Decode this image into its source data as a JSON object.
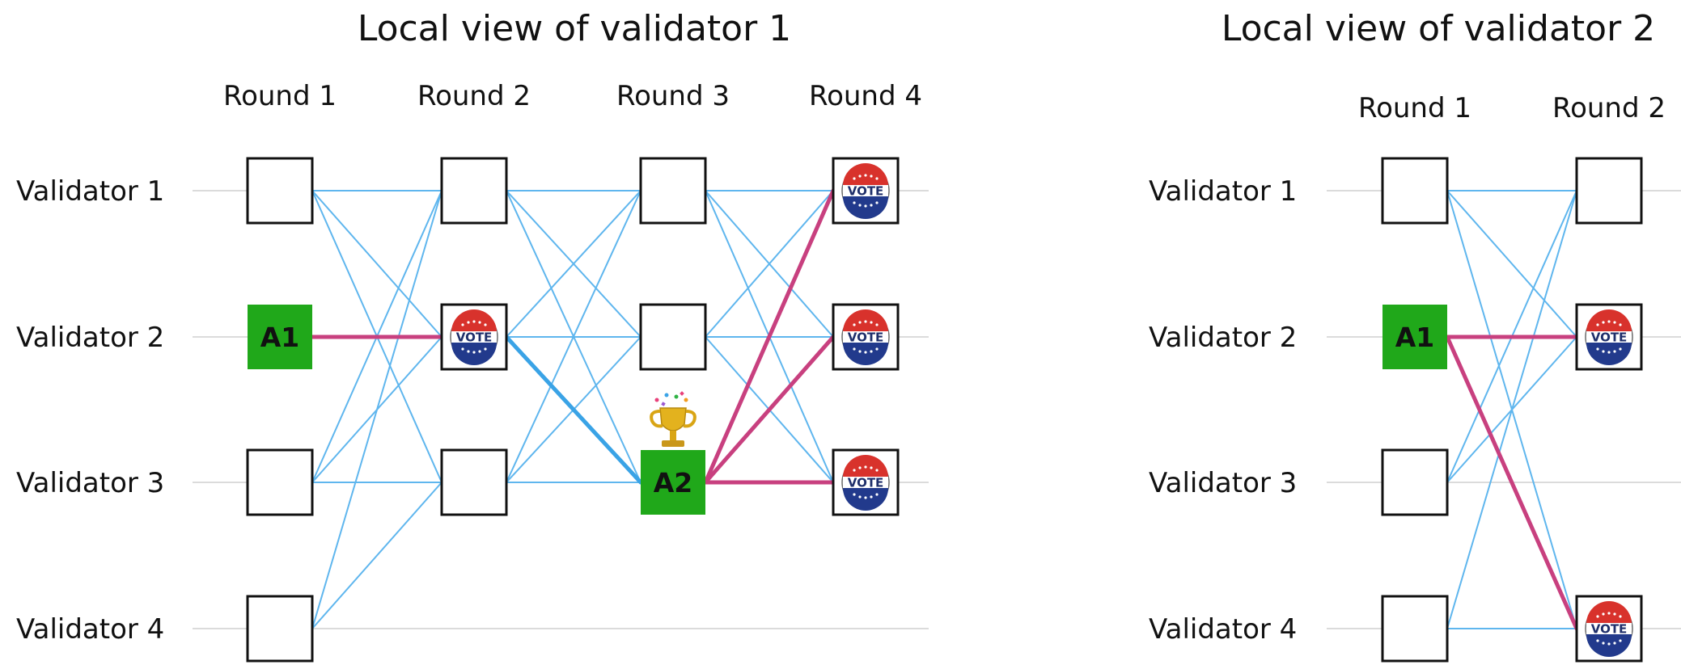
{
  "colors": {
    "edge": "#5fb6ee",
    "edge_bold": "#3aa3e6",
    "support": "#c8407f",
    "anchor": "#20a81a",
    "gridline": "#cfcfcf",
    "vote_red": "#d8322c",
    "vote_blue": "#223a8c"
  },
  "icons": {
    "vote": "vote-badge-icon",
    "trophy": "trophy-icon"
  },
  "views": [
    {
      "id": "v1",
      "title": "Local view of validator 1",
      "rounds": [
        "Round 1",
        "Round 2",
        "Round 3",
        "Round 4"
      ],
      "validators": [
        "Validator 1",
        "Validator 2",
        "Validator 3",
        "Validator 4"
      ],
      "blocks": [
        {
          "r": 1,
          "v": 1,
          "kind": "empty"
        },
        {
          "r": 1,
          "v": 2,
          "kind": "anchor",
          "label": "A1"
        },
        {
          "r": 1,
          "v": 3,
          "kind": "empty"
        },
        {
          "r": 1,
          "v": 4,
          "kind": "empty"
        },
        {
          "r": 2,
          "v": 1,
          "kind": "empty"
        },
        {
          "r": 2,
          "v": 2,
          "kind": "vote"
        },
        {
          "r": 2,
          "v": 3,
          "kind": "empty"
        },
        {
          "r": 3,
          "v": 1,
          "kind": "empty"
        },
        {
          "r": 3,
          "v": 2,
          "kind": "empty"
        },
        {
          "r": 3,
          "v": 3,
          "kind": "anchor",
          "label": "A2",
          "trophy": true
        },
        {
          "r": 4,
          "v": 1,
          "kind": "vote"
        },
        {
          "r": 4,
          "v": 2,
          "kind": "vote"
        },
        {
          "r": 4,
          "v": 3,
          "kind": "vote"
        }
      ],
      "edges": [
        {
          "from": [
            1,
            1
          ],
          "to": [
            2,
            1
          ]
        },
        {
          "from": [
            1,
            1
          ],
          "to": [
            2,
            2
          ]
        },
        {
          "from": [
            1,
            1
          ],
          "to": [
            2,
            3
          ]
        },
        {
          "from": [
            1,
            2
          ],
          "to": [
            2,
            2
          ],
          "kind": "support"
        },
        {
          "from": [
            1,
            3
          ],
          "to": [
            2,
            1
          ]
        },
        {
          "from": [
            1,
            3
          ],
          "to": [
            2,
            2
          ]
        },
        {
          "from": [
            1,
            3
          ],
          "to": [
            2,
            3
          ]
        },
        {
          "from": [
            1,
            4
          ],
          "to": [
            2,
            1
          ]
        },
        {
          "from": [
            1,
            4
          ],
          "to": [
            2,
            3
          ]
        },
        {
          "from": [
            2,
            1
          ],
          "to": [
            3,
            1
          ]
        },
        {
          "from": [
            2,
            1
          ],
          "to": [
            3,
            2
          ]
        },
        {
          "from": [
            2,
            1
          ],
          "to": [
            3,
            3
          ]
        },
        {
          "from": [
            2,
            2
          ],
          "to": [
            3,
            1
          ]
        },
        {
          "from": [
            2,
            2
          ],
          "to": [
            3,
            2
          ]
        },
        {
          "from": [
            2,
            2
          ],
          "to": [
            3,
            3
          ],
          "kind": "bold"
        },
        {
          "from": [
            2,
            3
          ],
          "to": [
            3,
            1
          ]
        },
        {
          "from": [
            2,
            3
          ],
          "to": [
            3,
            2
          ]
        },
        {
          "from": [
            2,
            3
          ],
          "to": [
            3,
            3
          ]
        },
        {
          "from": [
            3,
            1
          ],
          "to": [
            4,
            1
          ]
        },
        {
          "from": [
            3,
            1
          ],
          "to": [
            4,
            2
          ]
        },
        {
          "from": [
            3,
            1
          ],
          "to": [
            4,
            3
          ]
        },
        {
          "from": [
            3,
            2
          ],
          "to": [
            4,
            1
          ]
        },
        {
          "from": [
            3,
            2
          ],
          "to": [
            4,
            2
          ]
        },
        {
          "from": [
            3,
            2
          ],
          "to": [
            4,
            3
          ]
        },
        {
          "from": [
            3,
            3
          ],
          "to": [
            4,
            1
          ],
          "kind": "support"
        },
        {
          "from": [
            3,
            3
          ],
          "to": [
            4,
            2
          ],
          "kind": "support"
        },
        {
          "from": [
            3,
            3
          ],
          "to": [
            4,
            3
          ],
          "kind": "support"
        }
      ]
    },
    {
      "id": "v2",
      "title": "Local view of validator 2",
      "rounds": [
        "Round 1",
        "Round 2"
      ],
      "validators": [
        "Validator 1",
        "Validator 2",
        "Validator 3",
        "Validator 4"
      ],
      "blocks": [
        {
          "r": 1,
          "v": 1,
          "kind": "empty"
        },
        {
          "r": 1,
          "v": 2,
          "kind": "anchor",
          "label": "A1"
        },
        {
          "r": 1,
          "v": 3,
          "kind": "empty"
        },
        {
          "r": 1,
          "v": 4,
          "kind": "empty"
        },
        {
          "r": 2,
          "v": 1,
          "kind": "empty"
        },
        {
          "r": 2,
          "v": 2,
          "kind": "vote"
        },
        {
          "r": 2,
          "v": 4,
          "kind": "vote"
        }
      ],
      "edges": [
        {
          "from": [
            1,
            1
          ],
          "to": [
            2,
            1
          ]
        },
        {
          "from": [
            1,
            1
          ],
          "to": [
            2,
            2
          ]
        },
        {
          "from": [
            1,
            1
          ],
          "to": [
            2,
            4
          ]
        },
        {
          "from": [
            1,
            2
          ],
          "to": [
            2,
            2
          ],
          "kind": "support"
        },
        {
          "from": [
            1,
            2
          ],
          "to": [
            2,
            4
          ],
          "kind": "support"
        },
        {
          "from": [
            1,
            3
          ],
          "to": [
            2,
            1
          ]
        },
        {
          "from": [
            1,
            3
          ],
          "to": [
            2,
            2
          ]
        },
        {
          "from": [
            1,
            4
          ],
          "to": [
            2,
            1
          ]
        },
        {
          "from": [
            1,
            4
          ],
          "to": [
            2,
            4
          ]
        }
      ]
    }
  ]
}
